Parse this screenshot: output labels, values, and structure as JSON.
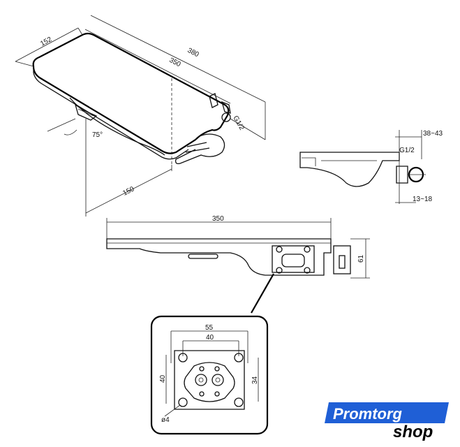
{
  "iso_view": {
    "dim_width": "152",
    "dim_length_inner": "350",
    "dim_length_outer": "380",
    "dim_depth": "150",
    "thread": "G1/2",
    "angle": "75°"
  },
  "side_view": {
    "dim_top": "38~43",
    "dim_bottom": "13~18",
    "thread": "G1/2"
  },
  "front_view": {
    "dim_length": "350",
    "dim_height": "61"
  },
  "detail_view": {
    "dim_outer_width": "55",
    "dim_inner_width": "40",
    "dim_left_height": "40",
    "dim_right_height": "34",
    "hole_diameter": "ø4"
  },
  "watermark": {
    "brand_main": "Promtorg",
    "brand_sub": "shop",
    "colors": {
      "blue": "#1f5fd6",
      "black": "#000000",
      "white": "#ffffff"
    }
  }
}
